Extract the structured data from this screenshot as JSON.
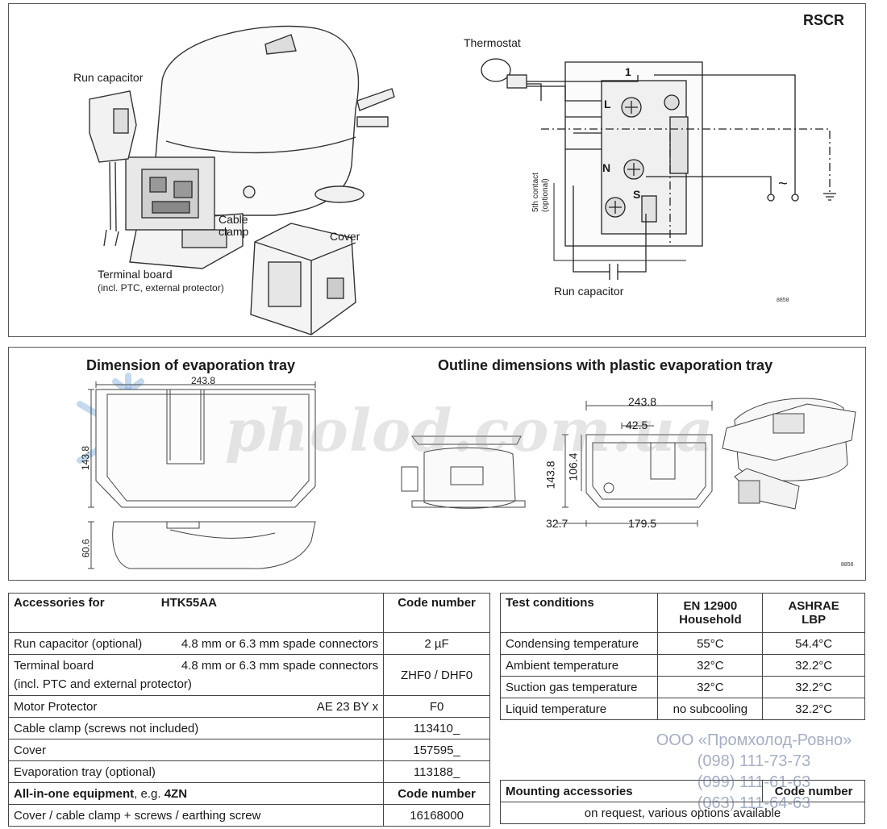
{
  "wiring": {
    "badge": "RSCR",
    "labels": {
      "run_capacitor": "Run capacitor",
      "cable_clamp": "Cable\nclamp",
      "cover": "Cover",
      "terminal_board": "Terminal board",
      "terminal_board_note": "(incl. PTC, external protector)",
      "thermostat": "Thermostat",
      "run_capacitor_schematic": "Run capacitor",
      "fifth_contact": "5th contact\n(optional)",
      "term_1": "1",
      "term_L": "L",
      "term_N": "N",
      "term_S": "S",
      "ac_symbol": "~",
      "figure_no": "8858"
    }
  },
  "dimensions": {
    "left_title": "Dimension of evaporation tray",
    "right_title": "Outline dimensions with plastic evaporation tray",
    "tray": {
      "width": "243.8",
      "height": "143.8",
      "side_height": "60.6"
    },
    "outline": {
      "width": "243.8",
      "offset": "42.5",
      "height": "143.8",
      "inner_height": "106.4",
      "left": "32.7",
      "base": "179.5"
    },
    "figure_no": "8856",
    "watermark": "pholod.com.ua"
  },
  "accessories": {
    "header": {
      "label": "Accessories for",
      "model": "HTK55AA",
      "code": "Code number"
    },
    "rows": [
      {
        "name": "Run capacitor (optional)",
        "spec": "4.8 mm or 6.3 mm spade connectors",
        "code": "2 µF"
      },
      {
        "name": "Terminal board",
        "spec": "4.8 mm or 6.3 mm spade connectors",
        "name2": "(incl. PTC and external protector)",
        "code": "ZHF0 / DHF0"
      },
      {
        "name": "Motor Protector",
        "spec": "AE 23 BY x",
        "code": "F0"
      },
      {
        "name": "Cable clamp (screws not included)",
        "spec": "",
        "code": "113410_"
      },
      {
        "name": "Cover",
        "spec": "",
        "code": "157595_"
      },
      {
        "name": "Evaporation tray (optional)",
        "spec": "",
        "code": "113188_"
      }
    ],
    "allinone_header": {
      "label_bold": "All-in-one equipment",
      "label_rest": ", e.g. ",
      "example": "4ZN",
      "code": "Code number"
    },
    "allinone_row": {
      "name": "Cover / cable clamp + screws / earthing screw",
      "code": "16168000"
    }
  },
  "test_conditions": {
    "header": {
      "label": "Test conditions",
      "col1": "EN 12900",
      "col1b": "Household",
      "col2": "ASHRAE",
      "col2b": "LBP"
    },
    "rows": [
      {
        "name": "Condensing temperature",
        "en": "55°C",
        "ashrae": "54.4°C"
      },
      {
        "name": "Ambient temperature",
        "en": "32°C",
        "ashrae": "32.2°C"
      },
      {
        "name": "Suction gas temperature",
        "en": "32°C",
        "ashrae": "32.2°C"
      },
      {
        "name": "Liquid temperature",
        "en": "no subcooling",
        "ashrae": "32.2°C"
      }
    ]
  },
  "mounting": {
    "label": "Mounting accessories",
    "code": "Code number",
    "value": "on request, various options available"
  },
  "company": {
    "name": "ООО «Промхолод-Ровно»",
    "phones": [
      "(098) 111-73-73",
      "(099) 111-61-63",
      "(063) 111-64-63"
    ]
  }
}
